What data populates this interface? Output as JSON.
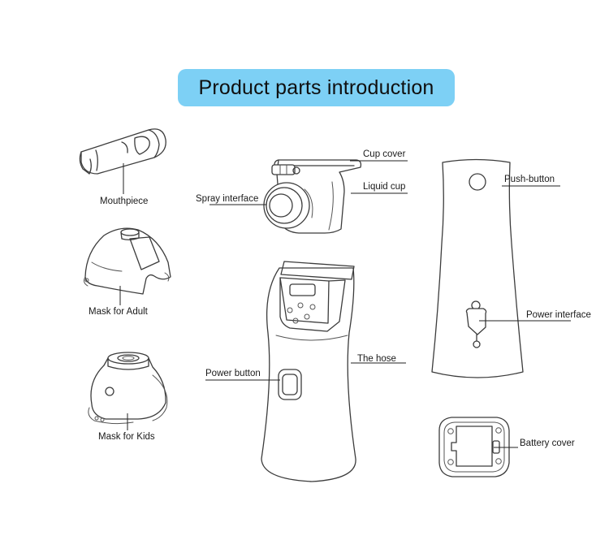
{
  "title": "Product parts introduction",
  "colors": {
    "title_background": "#7dd0f5",
    "line": "#3c3c3c"
  },
  "labels": {
    "mouthpiece": "Mouthpiece",
    "mask_adult": "Mask for Adult",
    "mask_kids": "Mask for Kids",
    "cup_cover": "Cup cover",
    "liquid_cup": "Liquid cup",
    "spray_interface": "Spray interface",
    "power_button": "Power button",
    "the_hose": "The hose",
    "push_button": "Push-button",
    "power_interface": "Power interface",
    "battery_cover": "Battery cover"
  }
}
